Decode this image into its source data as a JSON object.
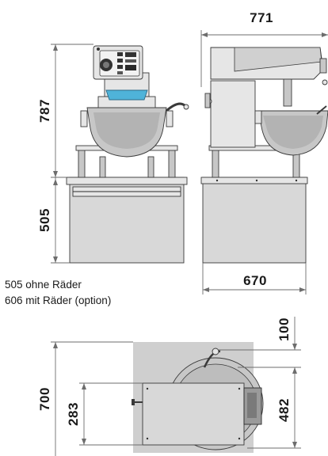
{
  "dimensions": {
    "width_side": "771",
    "height_machine": "787",
    "height_stand": "505",
    "depth_stand": "670",
    "top_clearance": "100",
    "top_depth": "700",
    "top_stand": "283",
    "top_bowl": "482"
  },
  "notes": {
    "line1": "505 ohne Räder",
    "line2": "606 mit Räder (option)"
  },
  "colors": {
    "accent": "#4fb3d9",
    "stand_fill": "#d8d8d8",
    "dim_line": "#6d6d6d"
  }
}
